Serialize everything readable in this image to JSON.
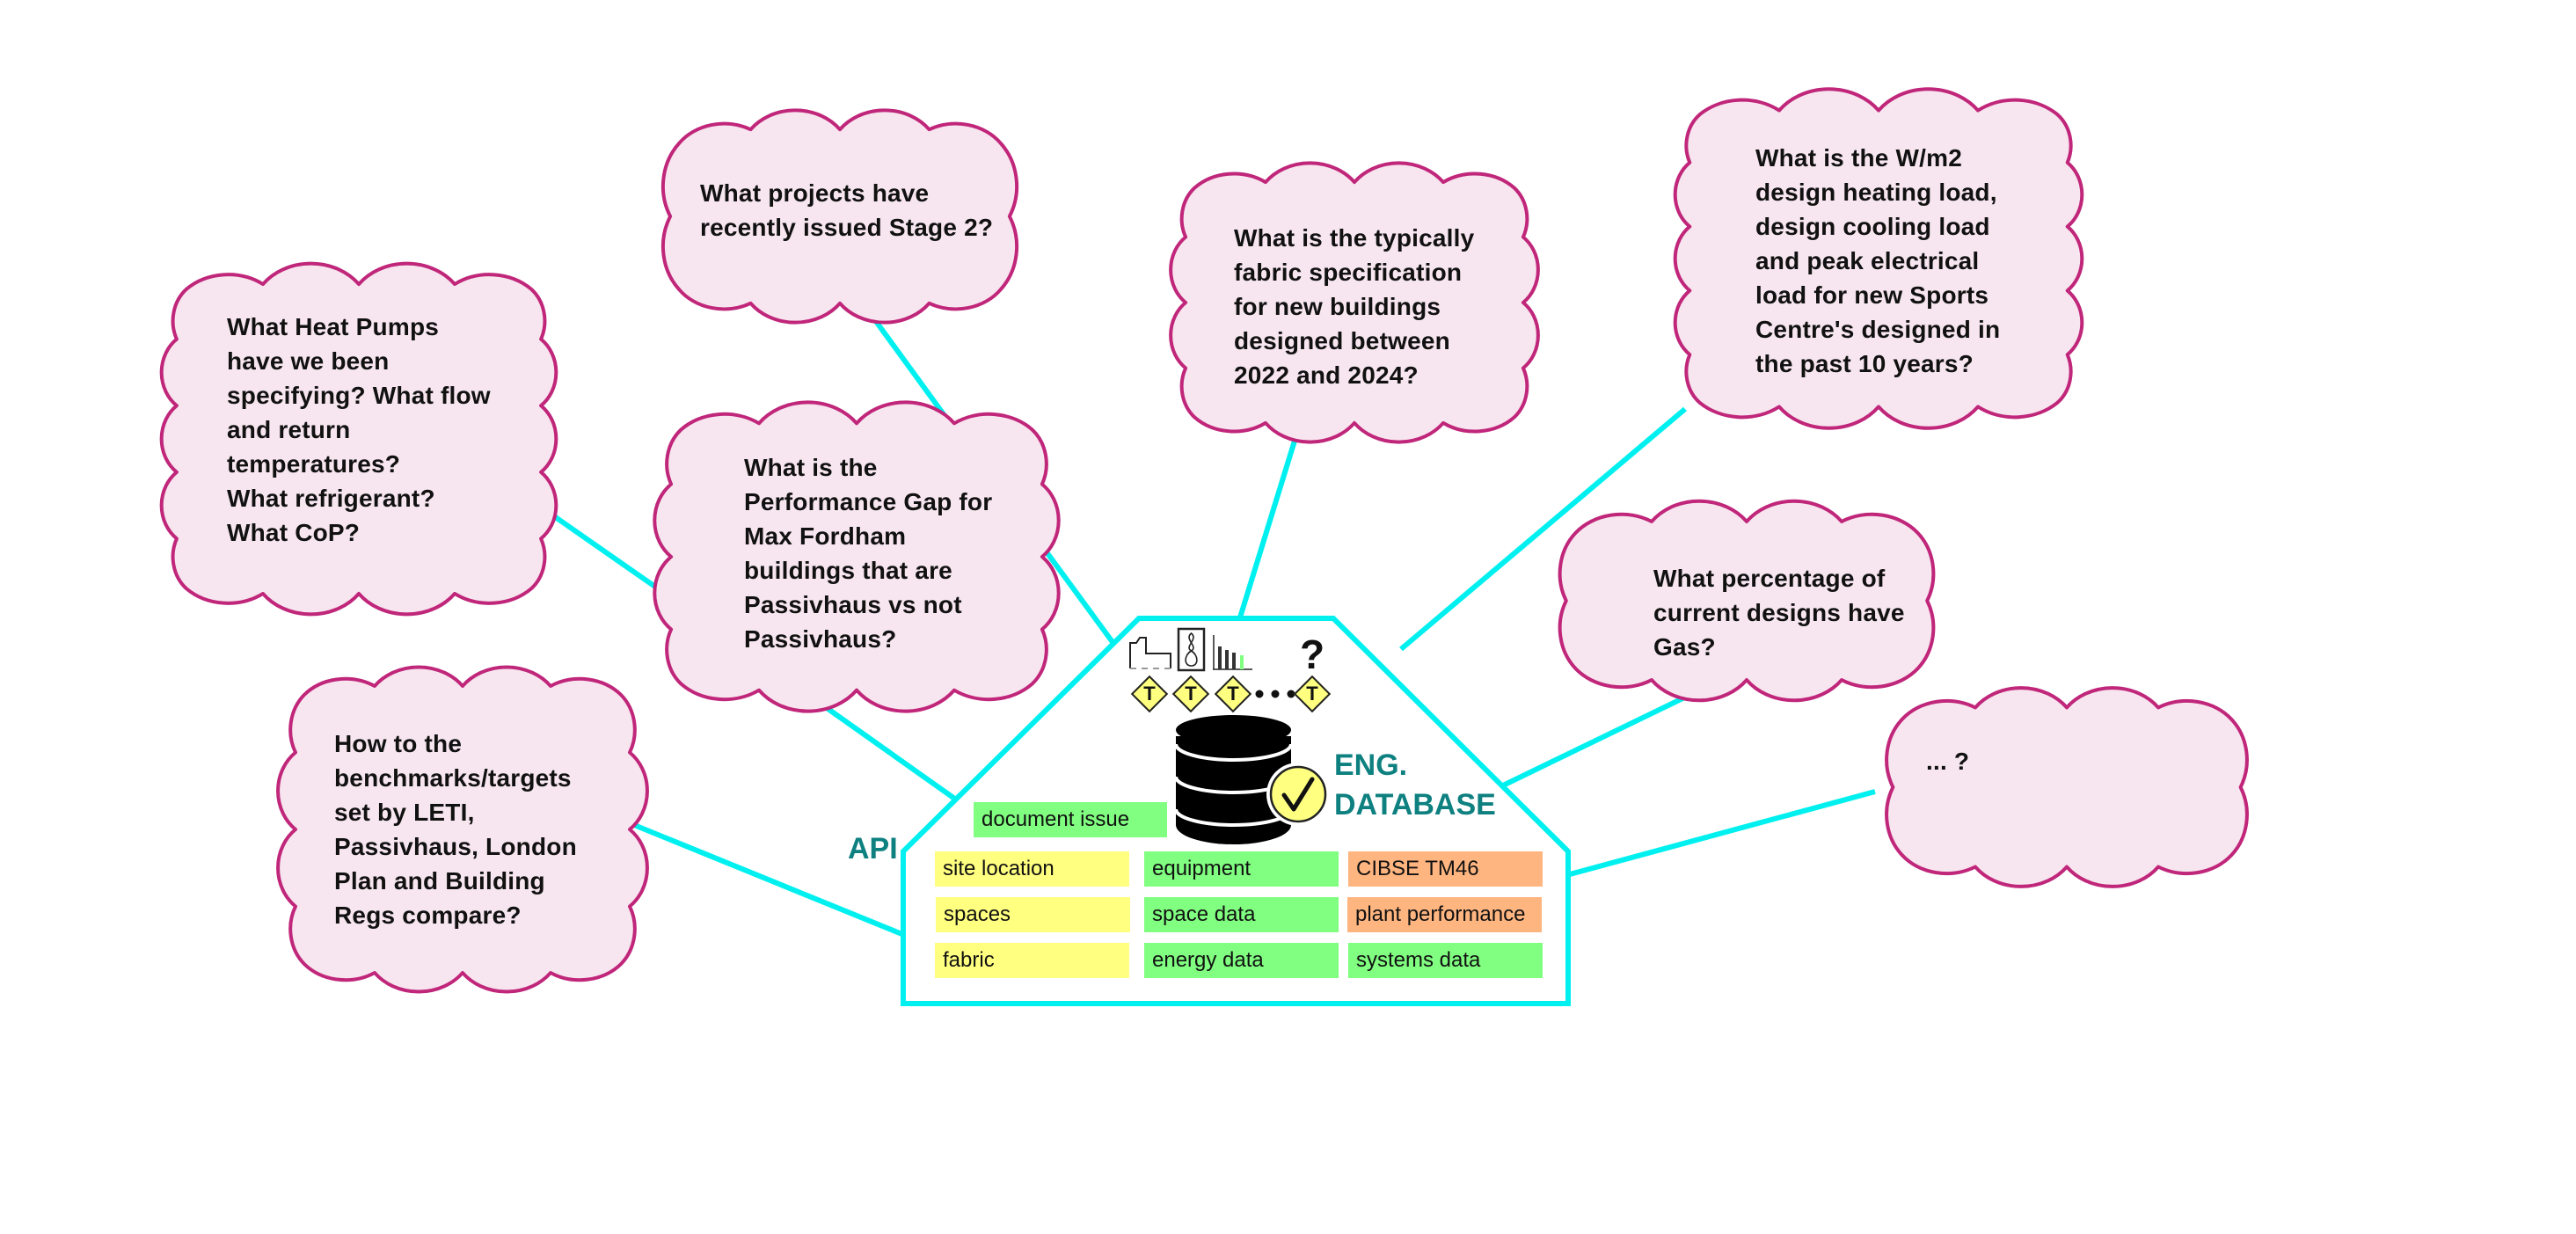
{
  "diagram": {
    "colors": {
      "connector": "#00f0f0",
      "cloud_fill": "#f7e6ef",
      "cloud_stroke": "#c0267a",
      "label_teal": "#0e8080",
      "chip_yellow": "#ffff80",
      "chip_green": "#80ff80",
      "chip_orange": "#ffb580",
      "database_fill": "#000000",
      "check_fill": "#ffff80"
    },
    "hub": {
      "title_line1": "ENG.",
      "title_line2": "DATABASE",
      "api_label": "API",
      "source_icons": [
        "building-outline-icon",
        "fan-coil-icon",
        "bar-chart-icon",
        "question-mark-icon"
      ],
      "question_mark": "?",
      "tag_letter": "T",
      "ellipsis": "•••",
      "document_chip": {
        "label": "document issue",
        "color": "green"
      },
      "chips": [
        [
          {
            "label": "site location",
            "color": "yellow"
          },
          {
            "label": "equipment",
            "color": "green"
          },
          {
            "label": "CIBSE TM46",
            "color": "orange"
          }
        ],
        [
          {
            "label": "spaces",
            "color": "yellow"
          },
          {
            "label": "space data",
            "color": "green"
          },
          {
            "label": "plant performance",
            "color": "orange"
          }
        ],
        [
          {
            "label": "fabric",
            "color": "yellow"
          },
          {
            "label": "energy data",
            "color": "green"
          },
          {
            "label": "systems data",
            "color": "green"
          }
        ]
      ]
    },
    "questions": [
      {
        "id": "heat-pumps",
        "lines": [
          "What Heat Pumps",
          "have we been",
          "specifying? What flow",
          "and return",
          "temperatures?",
          "What refrigerant?",
          "What CoP?"
        ]
      },
      {
        "id": "stage-2",
        "lines": [
          "What projects have",
          "recently issued Stage 2?"
        ]
      },
      {
        "id": "fabric-spec",
        "lines": [
          "What is the typically",
          "fabric specification",
          "for new buildings",
          "designed between",
          "2022 and 2024?"
        ]
      },
      {
        "id": "sports-centre",
        "lines": [
          "What is the W/m2",
          "design heating load,",
          "design cooling load",
          "and peak electrical",
          "load for new Sports",
          "Centre's designed in",
          "the past 10 years?"
        ]
      },
      {
        "id": "performance-gap",
        "lines": [
          "What is the",
          "Performance Gap for",
          "Max Fordham",
          "buildings that are",
          "Passivhaus vs not",
          "Passivhaus?"
        ]
      },
      {
        "id": "benchmarks",
        "lines": [
          "How to the",
          "benchmarks/targets",
          "set by LETI,",
          "Passivhaus, London",
          "Plan and Building",
          "Regs compare?"
        ]
      },
      {
        "id": "gas",
        "lines": [
          "What percentage of",
          "current designs have",
          "Gas?"
        ]
      },
      {
        "id": "more",
        "lines": [
          "... ?"
        ]
      }
    ]
  }
}
